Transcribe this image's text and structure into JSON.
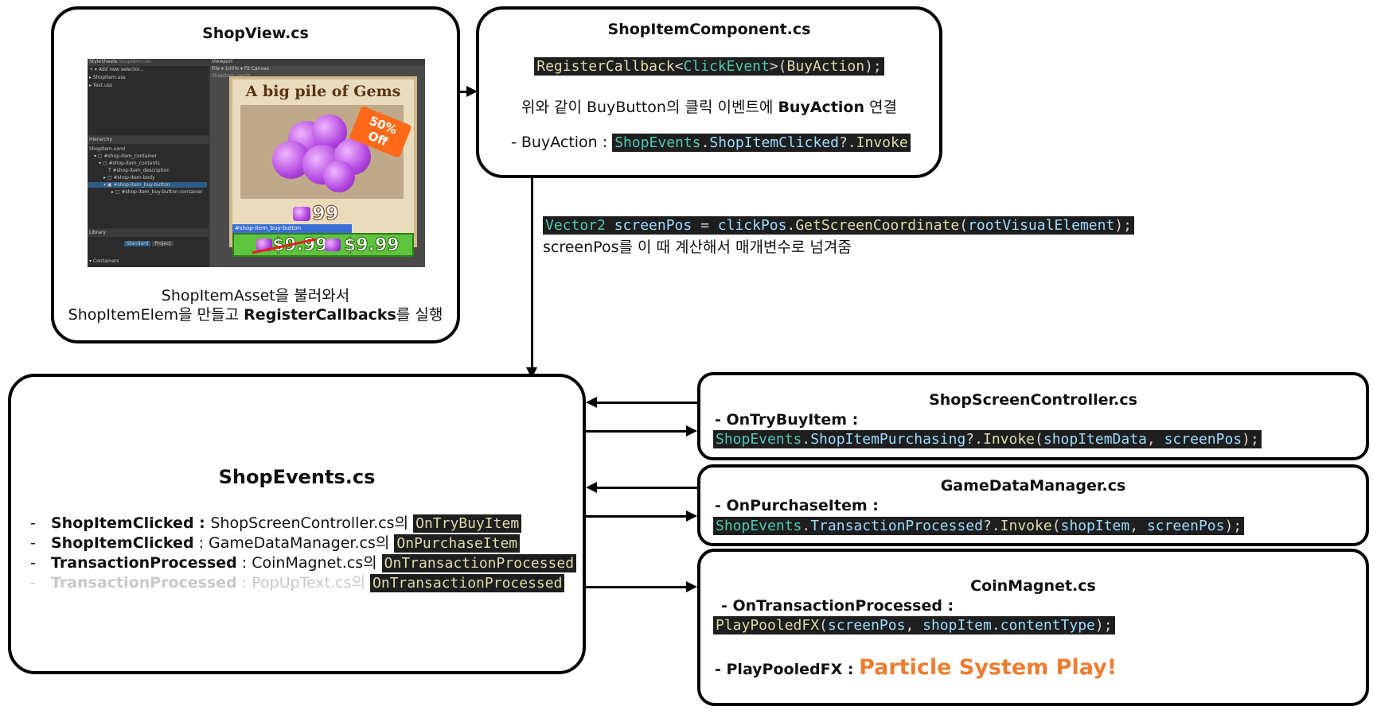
{
  "shopview": {
    "title": "ShopView.cs",
    "line1": "ShopItemAsset을 불러와서",
    "line2_a": "ShopItemElem을 만들고 ",
    "line2_b": "RegisterCallbacks",
    "line2_c": "를 실행",
    "editor": {
      "tab_stylesheets": "StyleSheets",
      "tab_stylesheets_sub": "ShopItem.uss",
      "add_selector": "Add new selector...",
      "uss1": "ShopItem.uss",
      "uss2": "Text.uss",
      "viewport": "Viewport",
      "file": "File ▾",
      "zoom": "100% ▾",
      "fit": "Fit Canvas",
      "uxml_tab": "ShopItem.uxml*",
      "hierarchy": "Hierarchy",
      "h0": "ShopItem.uxml",
      "h1": "#shop-item_container",
      "h2": "#shop-item_contents",
      "h3": "#shop-item_description",
      "h4": "#shop-item-body",
      "h5": "#shop-item_buy-button",
      "h6": "#shop-item_buy-button-container",
      "library": "Library",
      "lib_standard": "Standard",
      "lib_project": "Project",
      "containers": "Containers",
      "card_title": "A big pile of Gems",
      "badge_pct": "50%",
      "badge_off": "Off",
      "qty": "99",
      "sel_label": "#shop-item_buy-button",
      "old_price": "$9.99",
      "new_price": "$9.99"
    }
  },
  "shopitem": {
    "title": "ShopItemComponent.cs",
    "code1": {
      "a": "RegisterCallback",
      "b": "<",
      "c": "ClickEvent",
      "d": ">(",
      "e": "BuyAction",
      "f": ");"
    },
    "line2_a": "위와 같이 BuyButton의 클릭 이벤트에 ",
    "line2_b": "BuyAction",
    "line2_c": " 연결",
    "line3_prefix": "- BuyAction : ",
    "code2": {
      "a": "ShopEvents",
      "b": ".",
      "c": "ShopItemClicked",
      "d": "?.",
      "e": "Invoke"
    }
  },
  "mid_note": {
    "code": {
      "a": "Vector2",
      "b": " ",
      "c": "screenPos",
      "d": " = ",
      "e": "clickPos",
      "f": ".",
      "g": "GetScreenCoordinate",
      "h": "(",
      "i": "rootVisualElement",
      "j": ");"
    },
    "text": "screenPos를 이 때 계산해서 매개변수로 넘겨줌"
  },
  "shopevents": {
    "title": "ShopEvents.cs",
    "items": [
      {
        "dash": "-",
        "name": "ShopItemClicked : ",
        "desc": "ShopScreenController.cs의 ",
        "method": "OnTryBuyItem"
      },
      {
        "dash": "-",
        "name": "ShopItemClicked",
        "desc": " : GameDataManager.cs의 ",
        "method": "OnPurchaseItem"
      },
      {
        "dash": "-",
        "name": "TransactionProcessed",
        "desc": " : CoinMagnet.cs의 ",
        "method": "OnTransactionProcessed"
      },
      {
        "dash": "-",
        "name": "TransactionProcessed",
        "desc": " : PopUpText.cs의 ",
        "method": "OnTransactionProcessed"
      }
    ]
  },
  "shopscreen": {
    "title": "ShopScreenController.cs",
    "sub": "- OnTryBuyItem :",
    "code": {
      "a": "ShopEvents",
      "b": ".",
      "c": "ShopItemPurchasing",
      "d": "?.",
      "e": "Invoke",
      "f": "(",
      "g": "shopItemData",
      "h": ", ",
      "i": "screenPos",
      "j": ");"
    }
  },
  "gamedata": {
    "title": "GameDataManager.cs",
    "sub": "- OnPurchaseItem :",
    "code": {
      "a": "ShopEvents",
      "b": ".",
      "c": "TransactionProcessed",
      "d": "?.",
      "e": "Invoke",
      "f": "(",
      "g": "shopItem",
      "h": ", ",
      "i": "screenPos",
      "j": ");"
    }
  },
  "coinmagnet": {
    "title": "CoinMagnet.cs",
    "sub": "- OnTransactionProcessed :",
    "code": {
      "a": "PlayPooledFX",
      "b": "(",
      "c": "screenPos",
      "d": ", ",
      "e": "shopItem",
      "f": ".",
      "g": "contentType",
      "h": ");"
    },
    "play_prefix": "- PlayPooledFX : ",
    "play_text": "Particle System Play!"
  },
  "colors": {
    "accent_orange": "#ed7d31",
    "faded_text": "#c8c8c8",
    "code_bg": "#1e1e1e"
  }
}
